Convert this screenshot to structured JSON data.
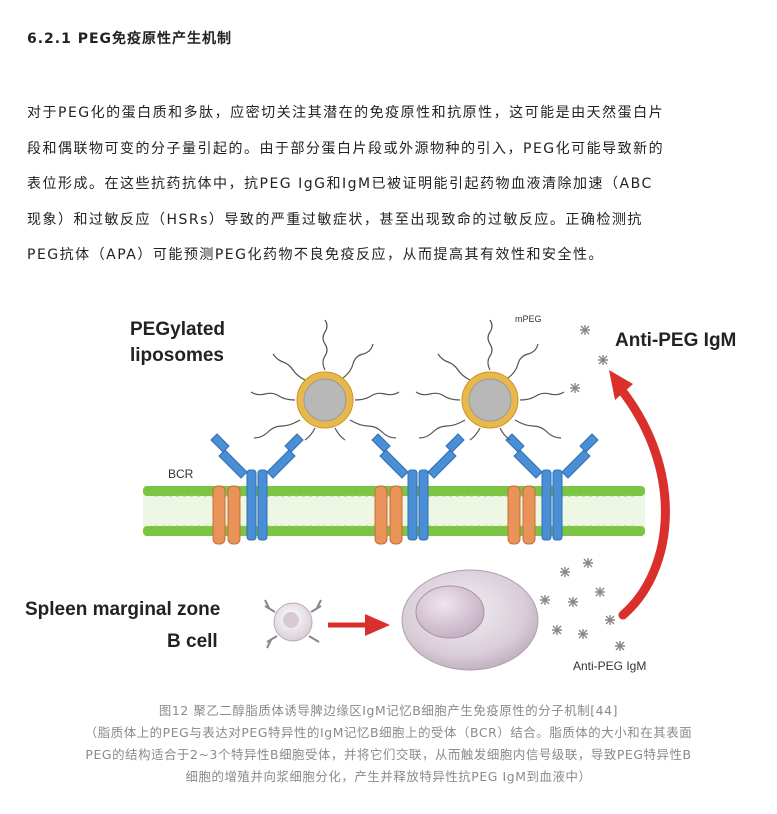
{
  "heading": "6.2.1 PEG免疫原性产生机制",
  "paragraph": [
    "对于PEG化的蛋白质和多肽，应密切关注其潜在的免疫原性和抗原性，这可能是由天然蛋白片",
    "段和偶联物可变的分子量引起的。由于部分蛋白片段或外源物种的引入，PEG化可能导致新的",
    "表位形成。在这些抗药抗体中，抗PEG IgG和IgM已被证明能引起药物血液清除加速（ABC",
    "现象）和过敏反应（HSRs）导致的严重过敏症状，甚至出现致命的过敏反应。正确检测抗",
    "PEG抗体（APA）可能预测PEG化药物不良免疫反应，从而提高其有效性和安全性。"
  ],
  "figure": {
    "label_liposomes_1": "PEGylated",
    "label_liposomes_2": "liposomes",
    "label_mpeg": "mPEG",
    "label_anti_peg_top": "Anti-PEG IgM",
    "label_bcr": "BCR",
    "label_spleen_1": "Spleen marginal zone",
    "label_spleen_2": "B cell",
    "label_anti_peg_bottom": "Anti-PEG IgM",
    "colors": {
      "receptor": "#4a8fd6",
      "membrane_head": "#7cc443",
      "channel": "#e8935a",
      "liposome_ring": "#e8b84a",
      "liposome_core": "#b8b8b8",
      "arrow": "#d9302c"
    }
  },
  "caption": [
    "图12 聚乙二醇脂质体诱导脾边缘区IgM记忆B细胞产生免疫原性的分子机制[44]",
    "（脂质体上的PEG与表达对PEG特异性的IgM记忆B细胞上的受体（BCR）结合。脂质体的大小和在其表面",
    "PEG的结构适合于2~3个特异性B细胞受体，并将它们交联，从而触发细胞内信号级联，导致PEG特异性B",
    "细胞的增殖并向浆细胞分化，产生并释放特异性抗PEG IgM到血液中）"
  ]
}
